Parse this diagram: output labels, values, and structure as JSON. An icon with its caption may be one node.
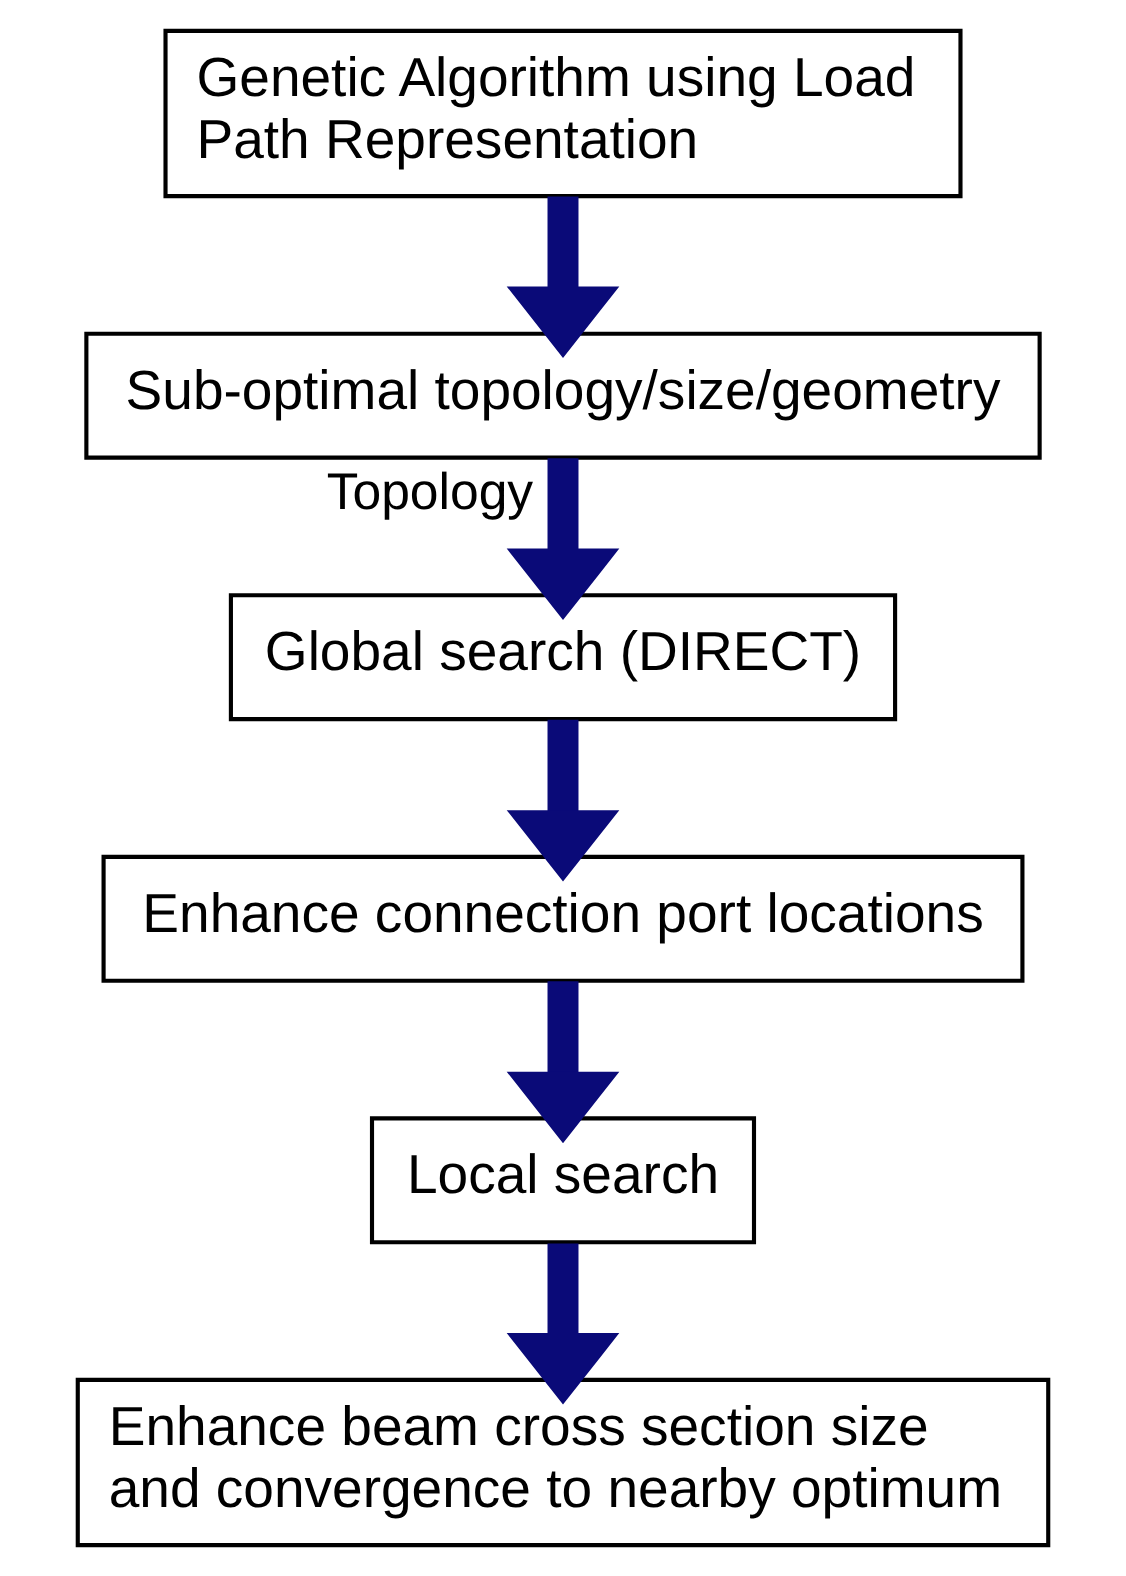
{
  "diagram": {
    "nodes": [
      {
        "text": [
          "Genetic Algorithm using Load Path Representation"
        ]
      },
      {
        "text": [
          "Sub-optimal topology/size/geometry"
        ]
      },
      {
        "text": [
          "Global search (DIRECT)"
        ]
      },
      {
        "text": [
          "Enhance connection port locations"
        ]
      },
      {
        "text": [
          "Local search"
        ]
      },
      {
        "text": [
          "Enhance beam cross section size and convergence to nearby optimum"
        ]
      }
    ],
    "edges": [
      {
        "from": 0,
        "to": 1,
        "arrow": "to"
      },
      {
        "from": 1,
        "to": 2,
        "arrow": "to",
        "label": "Topology"
      },
      {
        "from": 2,
        "to": 3,
        "arrow": "to"
      },
      {
        "from": 3,
        "to": 4,
        "arrow": "to"
      },
      {
        "from": 4,
        "to": 5,
        "arrow": "to"
      }
    ]
  }
}
